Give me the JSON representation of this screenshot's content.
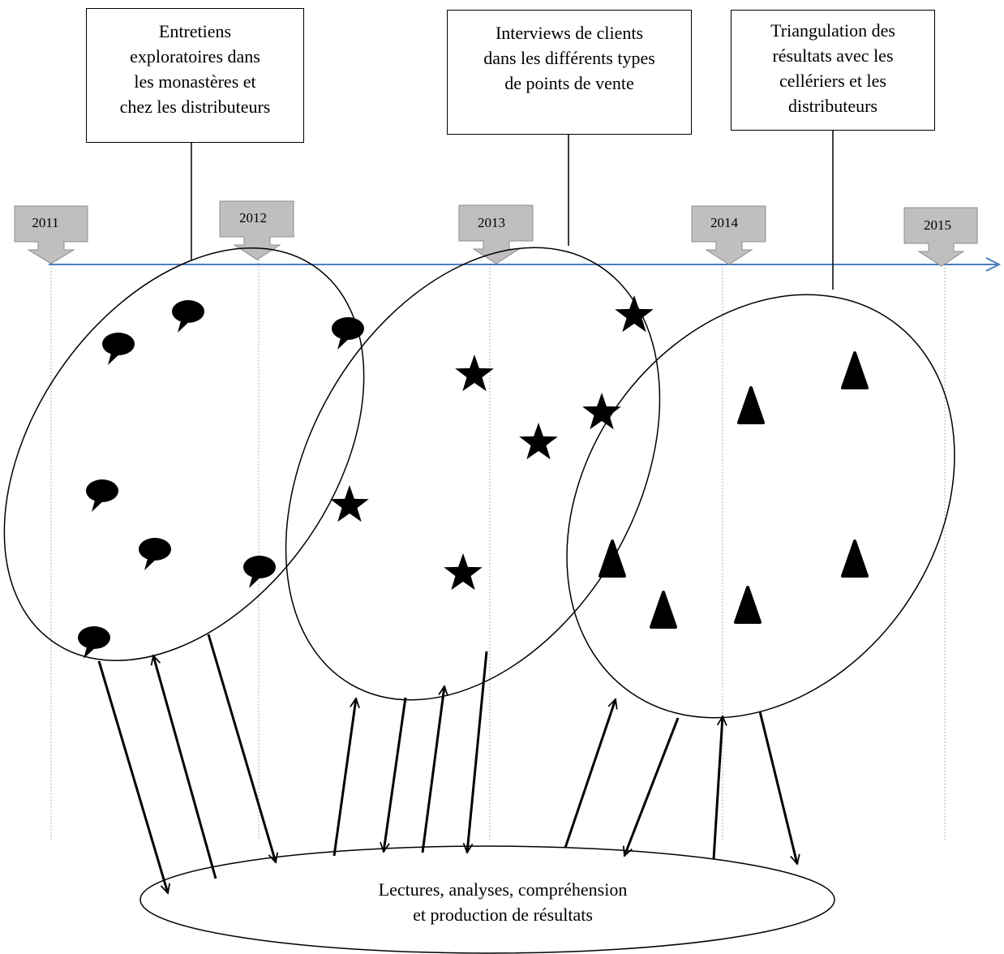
{
  "timeline": {
    "years": [
      "2011",
      "2012",
      "2013",
      "2014",
      "2015"
    ],
    "axis_color": "#4a7ebb",
    "marker_color": "#bfbfbf"
  },
  "phases": [
    {
      "label_lines": [
        "Entretiens",
        "exploratoires dans",
        "les monastères et",
        "chez les distributeurs"
      ],
      "symbol": "speech-bubble-icon"
    },
    {
      "label_lines": [
        "Interviews de clients",
        "dans les différents types",
        "de points de vente"
      ],
      "symbol": "star-icon"
    },
    {
      "label_lines": [
        "Triangulation des",
        "résultats avec les",
        "cellériers et les",
        "distributeurs"
      ],
      "symbol": "triangle-icon"
    }
  ],
  "analysis": {
    "label_lines": [
      "Lectures, analyses, compréhension",
      "et production de résultats"
    ]
  }
}
